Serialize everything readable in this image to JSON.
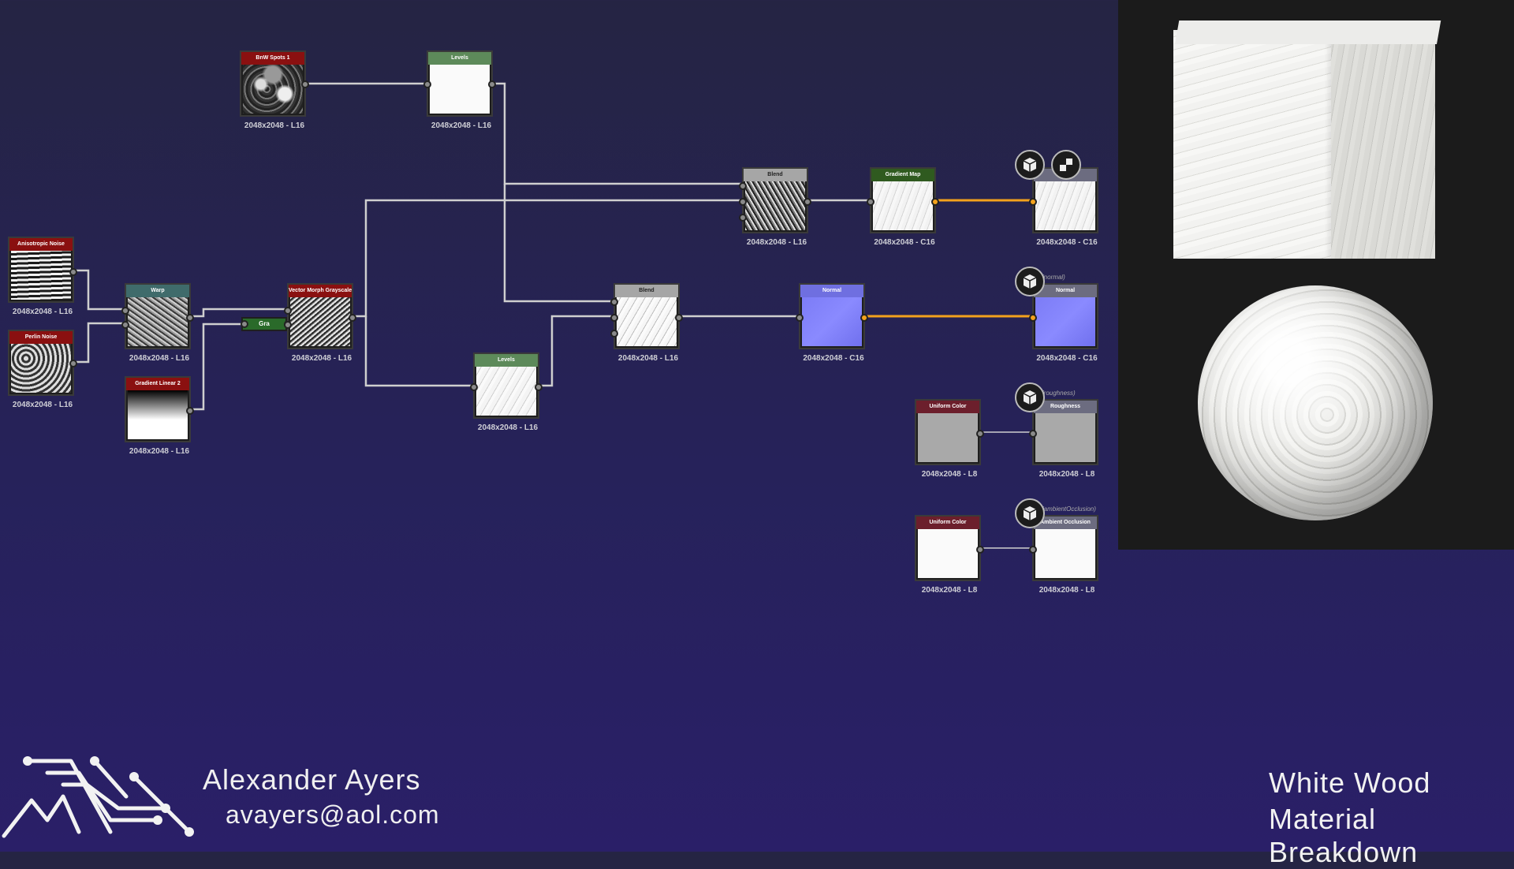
{
  "nodes": {
    "bw_spots": {
      "title": "BnW Spots 1",
      "size": "2048x2048 - L16"
    },
    "levels_top": {
      "title": "Levels",
      "size": "2048x2048 - L16"
    },
    "aniso_noise": {
      "title": "Anisotropic Noise",
      "size": "2048x2048 - L16"
    },
    "perlin_noise": {
      "title": "Perlin Noise",
      "size": "2048x2048 - L16"
    },
    "warp": {
      "title": "Warp",
      "size": "2048x2048 - L16"
    },
    "gradient_linear": {
      "title": "Gradient Linear 2",
      "size": "2048x2048 - L16"
    },
    "gra": {
      "title": "Gra"
    },
    "vector_morph": {
      "title": "Vector Morph Grayscale",
      "size": "2048x2048 - L16"
    },
    "levels_mid": {
      "title": "Levels",
      "size": "2048x2048 - L16"
    },
    "blend_top": {
      "title": "Blend",
      "size": "2048x2048 - L16"
    },
    "blend_mid": {
      "title": "Blend",
      "size": "2048x2048 - L16"
    },
    "gradient_map": {
      "title": "Gradient Map",
      "size": "2048x2048 - C16"
    },
    "normal_node": {
      "title": "Normal",
      "size": "2048x2048 - C16"
    },
    "out_basecolor": {
      "title": "",
      "size": "2048x2048 - C16"
    },
    "out_normal": {
      "title": "Normal",
      "size": "2048x2048 - C16",
      "tag": "(normal)"
    },
    "uniform_color_1": {
      "title": "Uniform Color",
      "size": "2048x2048 - L8"
    },
    "out_roughness": {
      "title": "Roughness",
      "size": "2048x2048 - L8",
      "tag": "(roughness)"
    },
    "uniform_color_2": {
      "title": "Uniform Color",
      "size": "2048x2048 - L8"
    },
    "out_ao": {
      "title": "Ambient Occlusion",
      "size": "2048x2048 - L8",
      "tag": "(ambientOcclusion)"
    }
  },
  "colors": {
    "header_red": "#8a1010",
    "header_green": "#5d8a5a",
    "header_teal": "#3f6b6b",
    "header_grey": "#a6a6a6",
    "header_dkgreen": "#2f5a1f",
    "header_violet": "#6f6fe0",
    "header_output": "#6c6c80",
    "header_maroon": "#6c1f2c",
    "wire": "#cfcfcf",
    "wire_orange": "#f3a21c"
  },
  "footer": {
    "author_name": "Alexander Ayers",
    "author_email": "avayers@aol.com",
    "title_line1": "White Wood",
    "title_line2": "Material Breakdown"
  },
  "icons": [
    "cube-icon",
    "checker-icon"
  ]
}
